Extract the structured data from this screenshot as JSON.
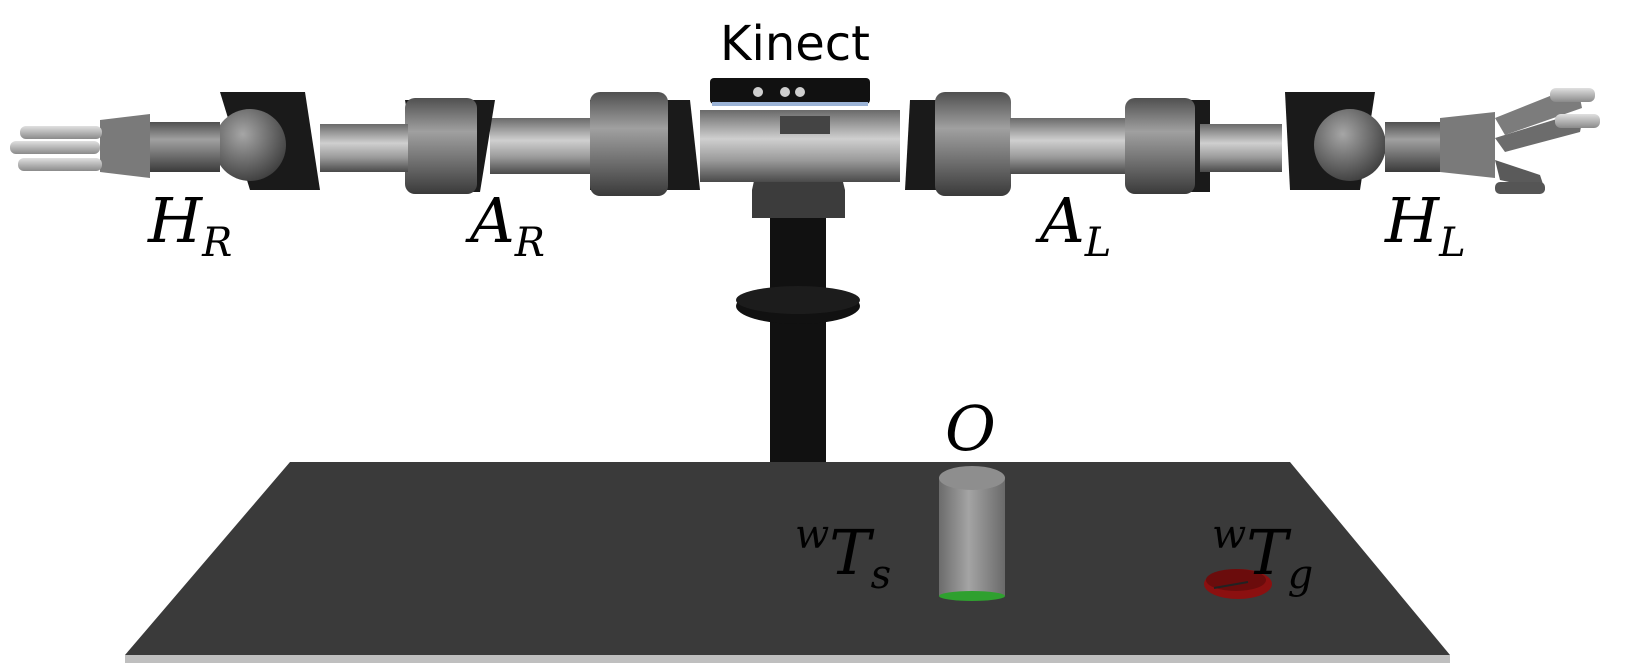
{
  "labels": {
    "sensor": "Kinect",
    "right_hand": {
      "main": "H",
      "sub": "R"
    },
    "right_arm": {
      "main": "A",
      "sub": "R"
    },
    "left_arm": {
      "main": "A",
      "sub": "L"
    },
    "left_hand": {
      "main": "H",
      "sub": "L"
    },
    "object": "O",
    "start_pose": {
      "pre": "w",
      "main": "T",
      "sub": "s"
    },
    "goal_pose": {
      "pre": "w",
      "main": "T",
      "sub": "g"
    }
  },
  "colors": {
    "table_top": "#3a3a3a",
    "table_edge": "#bfbfbf",
    "pedestal": "#111111",
    "arm_dark": "#1a1a1a",
    "arm_gray": "#6e6e6e",
    "arm_light": "#a8a8a8",
    "object_body": "#8c8c8c",
    "object_base": "#2fa02f",
    "goal_marker": "#8b1010"
  }
}
